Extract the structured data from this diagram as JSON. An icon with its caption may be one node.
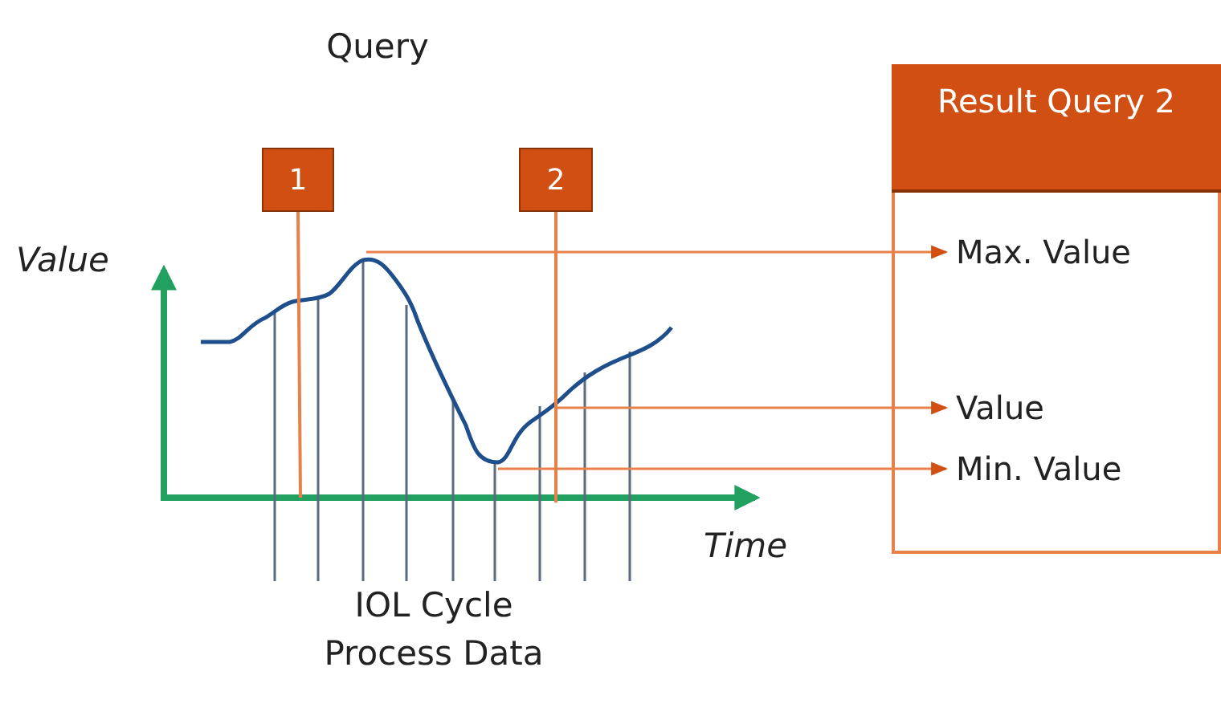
{
  "diagram": {
    "nodes": [
      {
        "text": [
          "1"
        ]
      },
      {
        "text": [
          "2"
        ]
      },
      {
        "text": [
          "Result Query 2"
        ]
      },
      {
        "text": [
          "Max. Value"
        ],
        "in": 2
      },
      {
        "text": [
          "Value"
        ],
        "in": 2
      },
      {
        "text": [
          "Min. Value"
        ],
        "in": 2
      }
    ],
    "edges": [
      {
        "from": 0,
        "to": null,
        "arrow": "none"
      },
      {
        "from": 1,
        "to": null,
        "arrow": "none"
      },
      {
        "from": null,
        "to": 3,
        "arrow": "to"
      },
      {
        "from": null,
        "to": 4,
        "arrow": "to"
      },
      {
        "from": null,
        "to": 5,
        "arrow": "to"
      }
    ],
    "labels": [
      "Query",
      "Value",
      "Time",
      "IOL Cycle Process Data"
    ]
  }
}
